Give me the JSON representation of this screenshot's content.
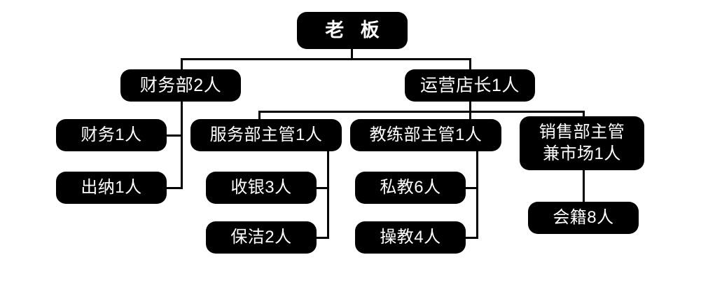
{
  "chart_data": {
    "type": "diagram",
    "title": "",
    "diagram_kind": "organization-chart",
    "orientation": "top-down",
    "node_style": {
      "fill": "#000000",
      "text_color": "#ffffff",
      "corner": "rounded",
      "connector_color": "#000000"
    },
    "nodes": [
      {
        "id": "boss",
        "label": "老 板",
        "level": 0,
        "headcount": null
      },
      {
        "id": "finance_dept",
        "label": "财务部2人",
        "level": 1,
        "headcount": 2
      },
      {
        "id": "ops_manager",
        "label": "运营店长1人",
        "level": 1,
        "headcount": 1
      },
      {
        "id": "accountant",
        "label": "财务1人",
        "level": 2,
        "headcount": 1
      },
      {
        "id": "cashier_dept",
        "label": "出纳1人",
        "level": 2,
        "headcount": 1
      },
      {
        "id": "service_head",
        "label": "服务部主管1人",
        "level": 2,
        "headcount": 1
      },
      {
        "id": "coach_head",
        "label": "教练部主管1人",
        "level": 2,
        "headcount": 1
      },
      {
        "id": "sales_head",
        "label_line1": "销售部主管",
        "label_line2": "兼市场1人",
        "level": 2,
        "headcount": 1
      },
      {
        "id": "cashier",
        "label": "收银3人",
        "level": 3,
        "headcount": 3
      },
      {
        "id": "cleaning",
        "label": "保洁2人",
        "level": 3,
        "headcount": 2
      },
      {
        "id": "personal_trainer",
        "label": "私教6人",
        "level": 3,
        "headcount": 6
      },
      {
        "id": "group_trainer",
        "label": "操教4人",
        "level": 3,
        "headcount": 4
      },
      {
        "id": "membership",
        "label": "会籍8人",
        "level": 3,
        "headcount": 8
      }
    ],
    "edges": [
      {
        "from": "boss",
        "to": "finance_dept"
      },
      {
        "from": "boss",
        "to": "ops_manager"
      },
      {
        "from": "finance_dept",
        "to": "accountant"
      },
      {
        "from": "finance_dept",
        "to": "cashier_dept"
      },
      {
        "from": "ops_manager",
        "to": "service_head"
      },
      {
        "from": "ops_manager",
        "to": "coach_head"
      },
      {
        "from": "ops_manager",
        "to": "sales_head"
      },
      {
        "from": "service_head",
        "to": "cashier"
      },
      {
        "from": "service_head",
        "to": "cleaning"
      },
      {
        "from": "coach_head",
        "to": "personal_trainer"
      },
      {
        "from": "coach_head",
        "to": "group_trainer"
      },
      {
        "from": "sales_head",
        "to": "membership"
      }
    ]
  },
  "boxes": {
    "boss": "老 板",
    "finance_dept": "财务部2人",
    "ops_manager": "运营店长1人",
    "accountant": "财务1人",
    "cashier_dept": "出纳1人",
    "service_head": "服务部主管1人",
    "coach_head": "教练部主管1人",
    "sales_head_line1": "销售部主管",
    "sales_head_line2": "兼市场1人",
    "cashier": "收银3人",
    "cleaning": "保洁2人",
    "personal_trainer": "私教6人",
    "group_trainer": "操教4人",
    "membership": "会籍8人"
  }
}
